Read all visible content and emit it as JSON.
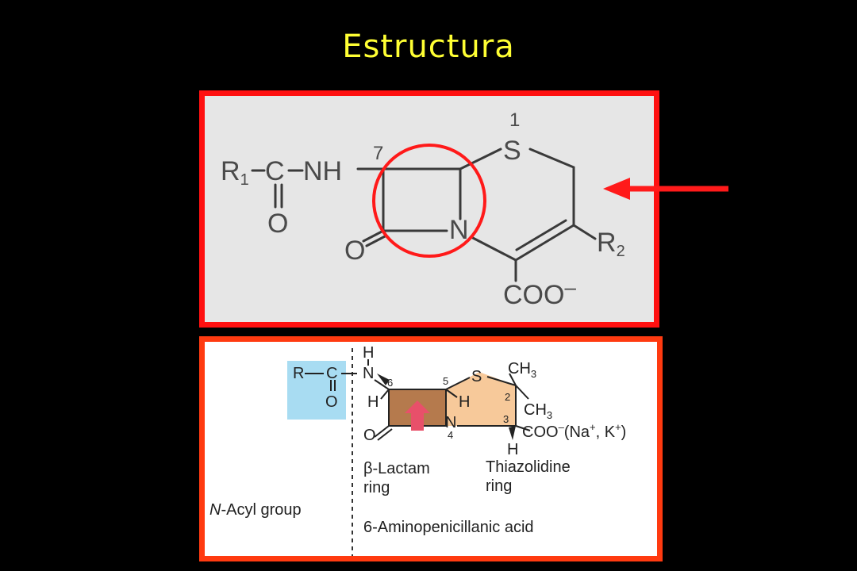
{
  "title": "Estructura",
  "colors": {
    "title": "#ffff33",
    "top_border": "#ff1010",
    "bottom_border": "#ff3a10",
    "circle": "#ff1a1a",
    "arrow": "#ff1a1a",
    "acyl_highlight": "#a8dcf2",
    "lactam_fill": "#b57a4d",
    "thiazolidine_fill": "#f7c99a",
    "ring_arrow": "#e8506a"
  },
  "top_structure": {
    "r1": "R",
    "r1_sub": "1",
    "c": "C",
    "dash": "–",
    "nh": "NH",
    "o_carbonyl": "O",
    "double_bond": "||",
    "pos7": "7",
    "pos1": "1",
    "s": "S",
    "n": "N",
    "o_lactam": "O",
    "r2": "R",
    "r2_sub": "2",
    "coo": "COO",
    "charge": "–"
  },
  "bottom_structure": {
    "r": "R",
    "c": "C",
    "n_top": "N",
    "h_top": "H",
    "o_acyl": "O",
    "pos6": "6",
    "pos5": "5",
    "pos4": "4",
    "pos3": "3",
    "pos2": "2",
    "s": "S",
    "ch3_a": "CH",
    "ch3_a_sub": "3",
    "ch3_b": "CH",
    "ch3_b_sub": "3",
    "h6": "H",
    "h5": "H",
    "n4": "N",
    "o_lactam": "O",
    "coo": "COO",
    "coo_charge": "–",
    "salts": "(Na",
    "salts_plus": "+",
    "salts_mid": ", K",
    "salts_plus2": "+",
    "salts_end": ")",
    "h3": "H",
    "label_lactam_1": "β-Lactam",
    "label_lactam_2": "ring",
    "label_thiazolidine_1": "Thiazolidine",
    "label_thiazolidine_2": "ring",
    "label_acyl_italic": "N",
    "label_acyl_rest": "-Acyl group",
    "label_apa": "6-Aminopenicillanic acid"
  }
}
